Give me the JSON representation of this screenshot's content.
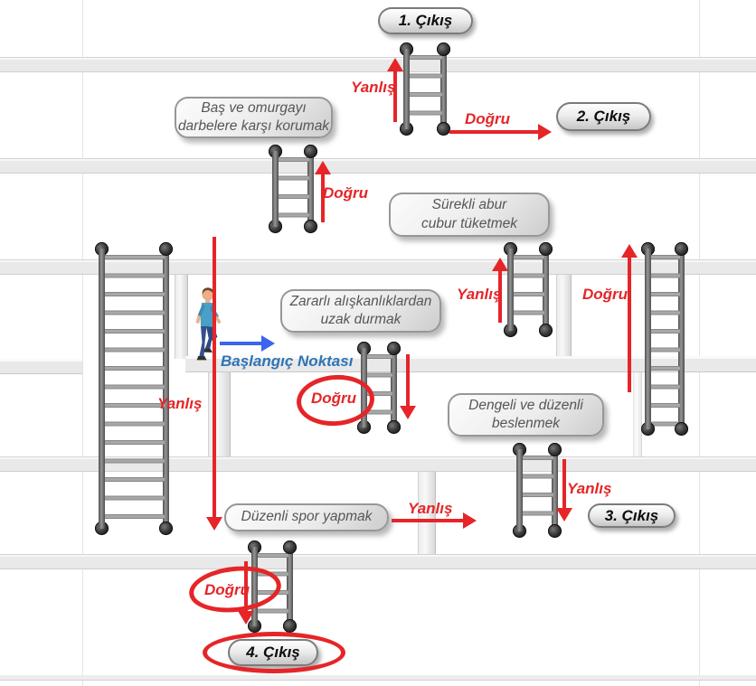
{
  "palette": {
    "answer_red": "#e52528",
    "start_arrow_blue": "#3b64ef",
    "start_text_blue": "#2e74b5",
    "bubble_text_gray": "#565656",
    "floor_gray": "#e9e9e9"
  },
  "words": {
    "wrong": "Yanlış",
    "correct": "Doğru"
  },
  "start": {
    "label": "Başlangıç Noktası"
  },
  "exits": [
    {
      "label": "1. Çıkış"
    },
    {
      "label": "2. Çıkış"
    },
    {
      "label": "3. Çıkış"
    },
    {
      "label": "4. Çıkış"
    }
  ],
  "bubbles": {
    "head_spine": {
      "line1": "Baş ve omurgayı",
      "line2": "darbelere karşı korumak"
    },
    "junk_food": {
      "line1": "Sürekli abur",
      "line2": "cubur tüketmek"
    },
    "harmful_habits": {
      "line1": "Zararlı alışkanlıklardan",
      "line2": "uzak durmak"
    },
    "balanced_diet": {
      "line1": "Dengeli ve düzenli",
      "line2": "beslenmek"
    },
    "regular_sport": {
      "line1": "Düzenli spor yapmak"
    }
  }
}
